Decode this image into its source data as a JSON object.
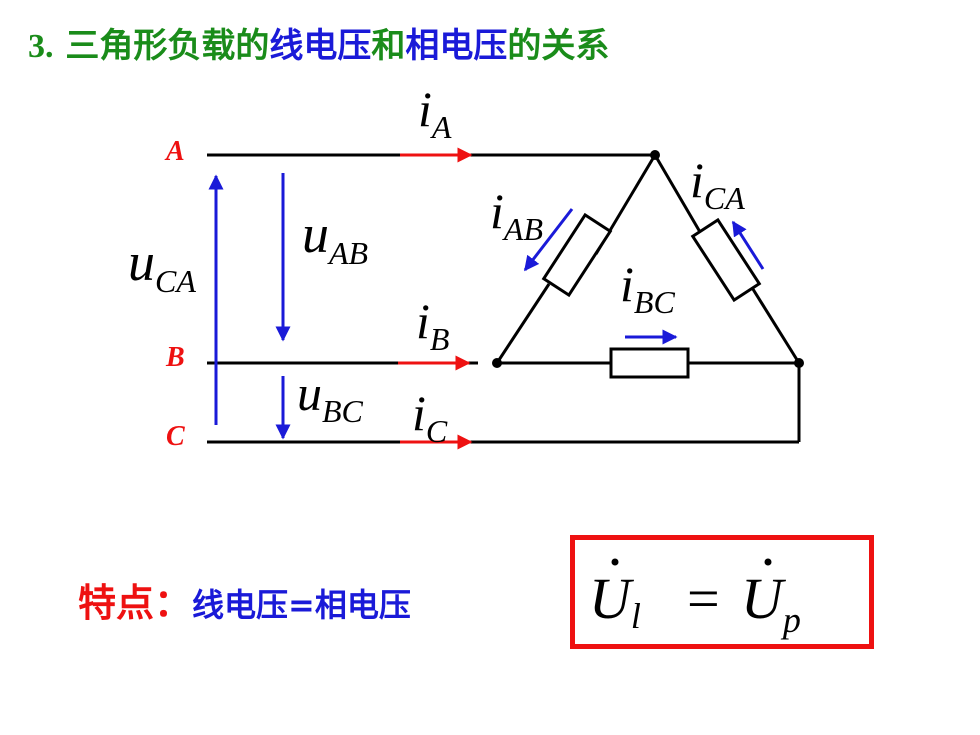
{
  "title": {
    "number": "3.",
    "part1": "三角形负载的",
    "part2": "线电压",
    "part3": "和",
    "part4": "相电压",
    "part5": "的关系"
  },
  "lines": {
    "A": "A",
    "B": "B",
    "C": "C"
  },
  "labels": {
    "iA": {
      "main": "i",
      "sub": "A"
    },
    "iB": {
      "main": "i",
      "sub": "B"
    },
    "iC": {
      "main": "i",
      "sub": "C"
    },
    "iAB": {
      "main": "i",
      "sub": "AB"
    },
    "iBC": {
      "main": "i",
      "sub": "BC"
    },
    "iCA": {
      "main": "i",
      "sub": "CA"
    },
    "uAB": {
      "main": "u",
      "sub": "AB"
    },
    "uBC": {
      "main": "u",
      "sub": "BC"
    },
    "uCA": {
      "main": "u",
      "sub": "CA"
    }
  },
  "feature": {
    "key": "特点：",
    "value": "线电压=相电压"
  },
  "formula": {
    "left": "U",
    "left_sub": "l",
    "equals": "=",
    "right": "U",
    "right_sub": "p"
  },
  "colors": {
    "title_green": "#1a8c1a",
    "blue": "#1a1ad8",
    "red": "#ee1111",
    "black": "#000000"
  }
}
